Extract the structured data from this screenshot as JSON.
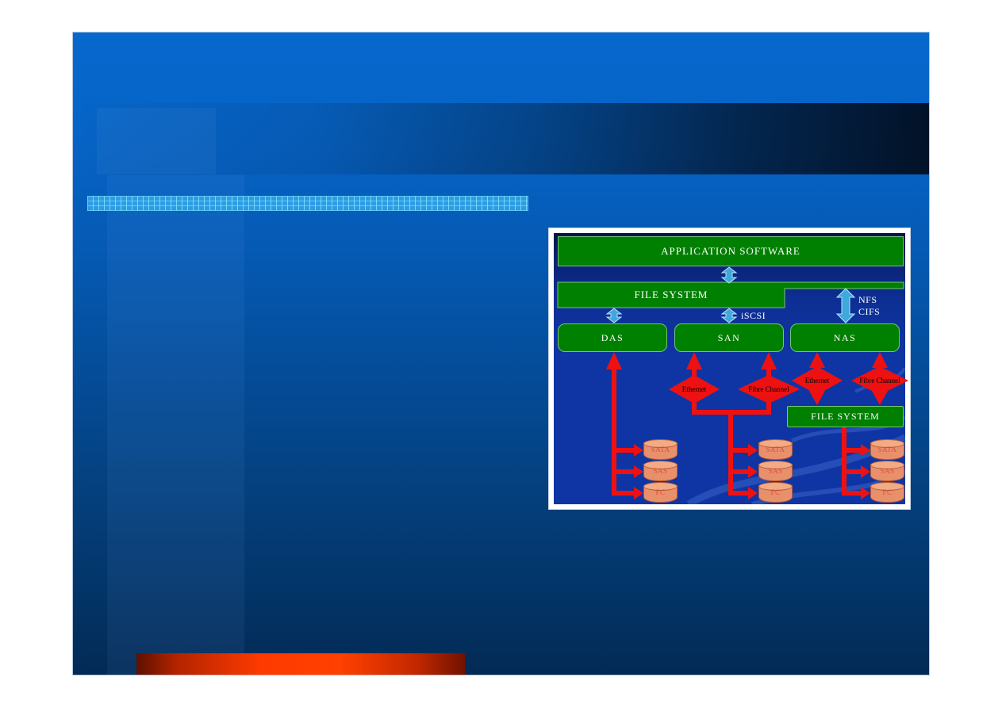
{
  "slide": {
    "colors": {
      "background_top": "#0767cc",
      "background_bottom": "#032a55",
      "accent_bar_red": "#ff3a00",
      "grid_bar_blue": "#2ea0e8"
    }
  },
  "diagram": {
    "colors": {
      "panel_background": "#0f35a4",
      "box_green": "#008000",
      "arrow_cyan": "#3fa8dc",
      "connector_red": "#ee1111",
      "disk_salmon": "#e8906c"
    },
    "boxes": {
      "application_software": "APPLICATION SOFTWARE",
      "file_system_top": "FILE SYSTEM",
      "das": "DAS",
      "san": "SAN",
      "nas": "NAS",
      "file_system_nas": "FILE SYSTEM"
    },
    "protocols": {
      "iscsi": "iSCSI",
      "nfs": "NFS",
      "cifs": "CIFS"
    },
    "links": {
      "san_ethernet": "Ethernet",
      "san_fibre_channel": "Fibre Channel",
      "nas_ethernet": "Ethernet",
      "nas_fibre_channel": "Fibre Channel"
    },
    "disks": {
      "das": [
        "SATA",
        "SAS",
        "FC"
      ],
      "san": [
        "SATA",
        "SAS",
        "FC"
      ],
      "nas": [
        "SATA",
        "SAS",
        "FC"
      ]
    }
  }
}
